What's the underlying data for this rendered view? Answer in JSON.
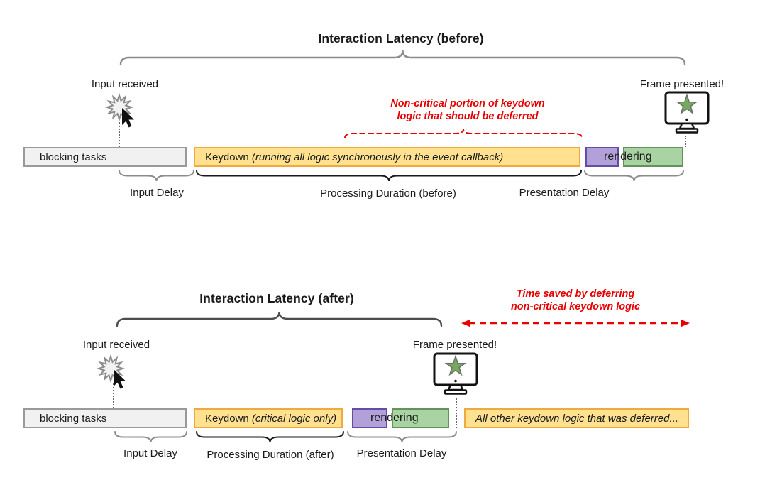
{
  "colors": {
    "yellow_fill": "#FFE18F",
    "yellow_border": "#EFA93C",
    "purple_fill": "#B2A0D9",
    "purple_border": "#654CA5",
    "green_fill": "#A9D3A2",
    "green_border": "#61935A",
    "gray_fill": "#F1F1F1",
    "gray_border": "#9A9A9A",
    "annotation_red": "#E80000"
  },
  "before": {
    "title": "Interaction Latency (before)",
    "input_received": "Input received",
    "frame_presented": "Frame presented!",
    "annotation_line1": "Non-critical portion of keydown",
    "annotation_line2": "logic that should be deferred",
    "bars": {
      "blocking": "blocking tasks",
      "keydown_prefix": "Keydown ",
      "keydown_detail": "(running all logic synchronously in the event callback)",
      "rendering": "rendering"
    },
    "measures": {
      "input_delay": "Input Delay",
      "processing": "Processing Duration (before)",
      "presentation": "Presentation Delay"
    }
  },
  "after": {
    "title": "Interaction Latency (after)",
    "input_received": "Input received",
    "frame_presented": "Frame presented!",
    "annotation_line1": "Time saved by deferring",
    "annotation_line2": "non-critical keydown logic",
    "bars": {
      "blocking": "blocking tasks",
      "keydown_prefix": "Keydown ",
      "keydown_detail": "(critical logic only)",
      "rendering": "rendering",
      "deferred": "All other keydown logic that was deferred..."
    },
    "measures": {
      "input_delay": "Input Delay",
      "processing": "Processing Duration (after)",
      "presentation": "Presentation Delay"
    }
  }
}
